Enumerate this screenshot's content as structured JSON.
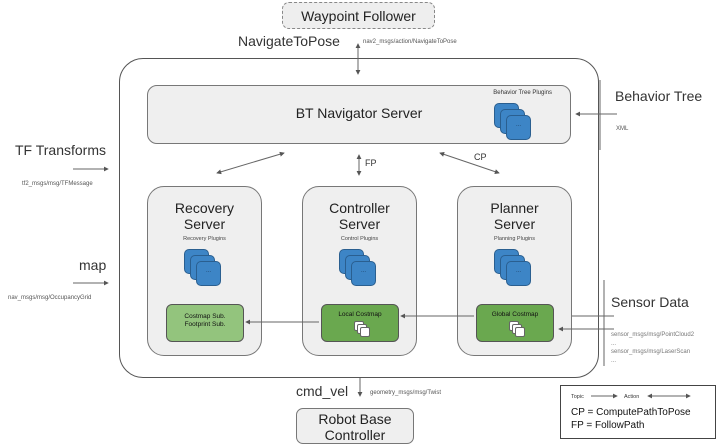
{
  "waypoint_follower": {
    "label": "Waypoint Follower"
  },
  "navigate_to_pose": {
    "label": "NavigateToPose",
    "msg": "nav2_msgs/action/NavigateToPose"
  },
  "behavior_tree": {
    "label": "Behavior Tree",
    "msg": "XML"
  },
  "tf_transforms": {
    "label": "TF Transforms",
    "msg": "tf2_msgs/msg/TFMessage"
  },
  "map": {
    "label": "map",
    "msg": "nav_msgs/msg/OccupancyGrid"
  },
  "sensor_data": {
    "label": "Sensor Data",
    "msgs": [
      "sensor_msgs/msg/PointCloud2",
      "...",
      "sensor_msgs/msg/LaserScan",
      "..."
    ]
  },
  "bt_navigator": {
    "title": "BT Navigator Server",
    "plugins_label": "Behavior Tree Plugins",
    "plugin_more": "..."
  },
  "links": {
    "fp": "FP",
    "cp": "CP"
  },
  "servers": [
    {
      "title_line1": "Recovery",
      "title_line2": "Server",
      "plugins_label": "Recovery Plugins",
      "plugin_more": "...",
      "costmap_line1": "Costmap Sub.",
      "costmap_line2": "Footprint Sub."
    },
    {
      "title_line1": "Controller",
      "title_line2": "Server",
      "plugins_label": "Control Plugins",
      "plugin_more": "...",
      "costmap_line1": "Local Costmap",
      "costmap_line2": ""
    },
    {
      "title_line1": "Planner",
      "title_line2": "Server",
      "plugins_label": "Planning Plugins",
      "plugin_more": "...",
      "costmap_line1": "Global Costmap",
      "costmap_line2": ""
    }
  ],
  "cmd_vel": {
    "label": "cmd_vel",
    "msg": "geometry_msgs/msg/Twist"
  },
  "robot_base": {
    "line1": "Robot Base",
    "line2": "Controller"
  },
  "legend": {
    "topic": "Topic",
    "action": "Action",
    "cp": "CP = ComputePathToPose",
    "fp": "FP = FollowPath"
  },
  "colors": {
    "plugin_blue": "#3d85c6",
    "costmap_light_green": "#93c47d",
    "costmap_green": "#6aa84f",
    "box_gray": "#efefef"
  }
}
